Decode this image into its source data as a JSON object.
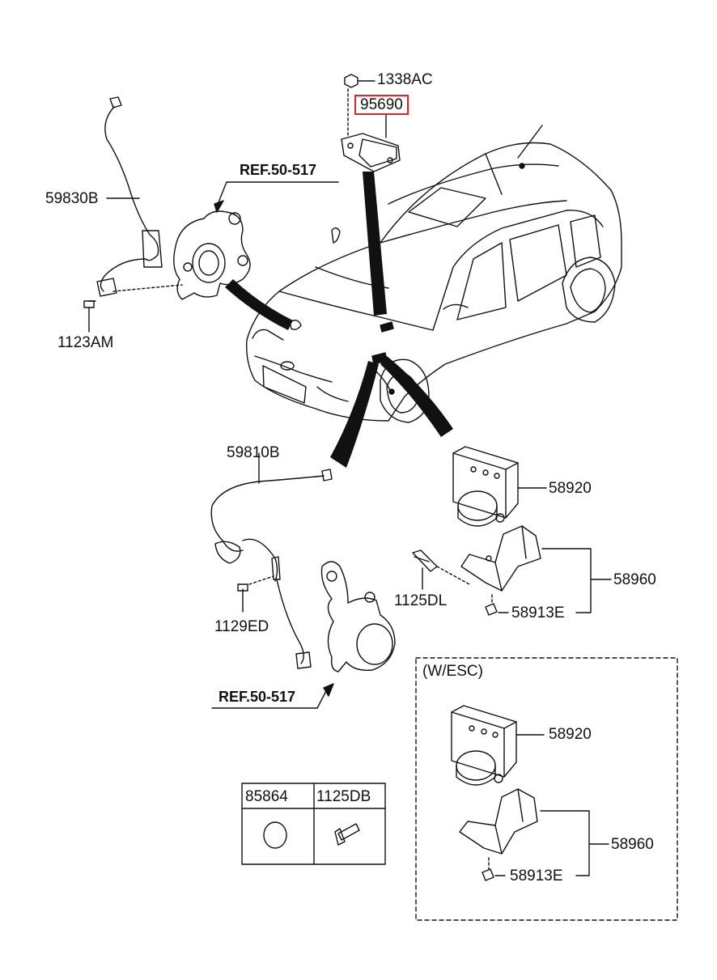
{
  "parts": {
    "p1338ac": "1338AC",
    "p95690": "95690",
    "p59830b": "59830B",
    "p1123am": "1123AM",
    "p59810b": "59810B",
    "p58920": "58920",
    "p1125dl": "1125DL",
    "p58960": "58960",
    "p58913e": "58913E",
    "p1129ed": "1129ED",
    "ref_top": "REF.50-517",
    "ref_bottom": "REF.50-517",
    "esc_title": "(W/ESC)",
    "esc_58920": "58920",
    "esc_58960": "58960",
    "esc_58913e": "58913E",
    "tbl_85864": "85864",
    "tbl_1125db": "1125DB"
  },
  "colors": {
    "highlight": "#e0232b",
    "line": "#111111"
  }
}
